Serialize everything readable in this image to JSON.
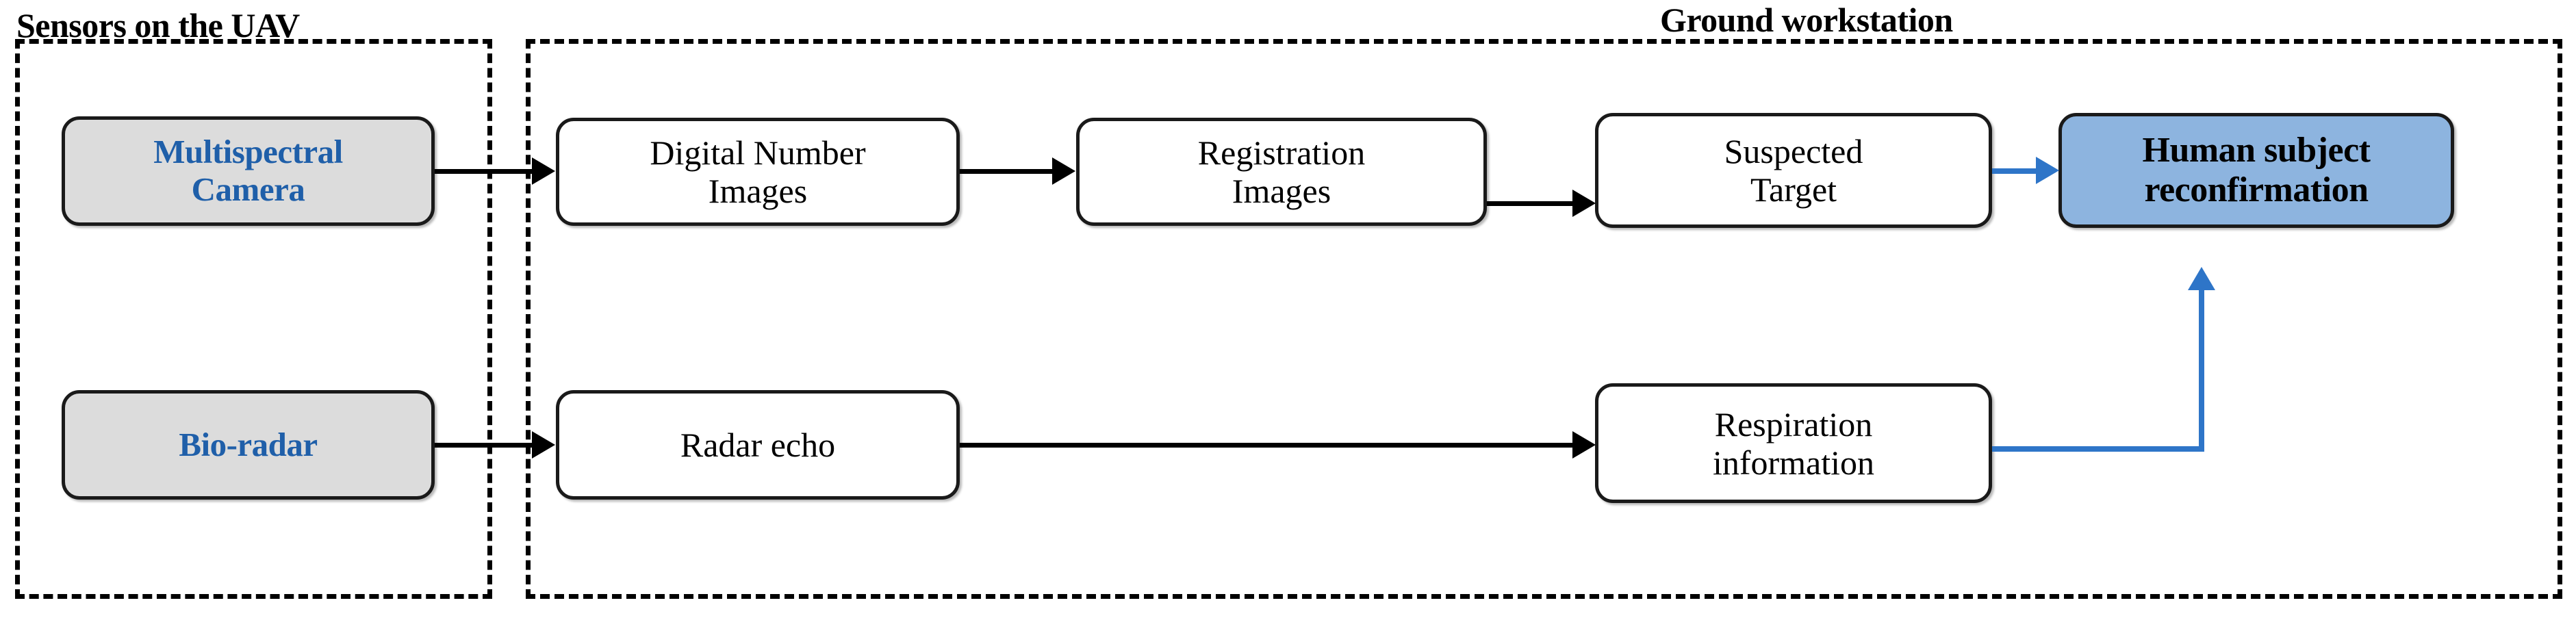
{
  "diagram": {
    "title_uav": "Sensors on the UAV",
    "title_ground": "Ground workstation",
    "colors": {
      "sensor_fill": "#dcdcdc",
      "sensor_text": "#1F5FA9",
      "final_fill": "#8DB4DF",
      "final_text": "#000000",
      "process_fill": "#FFFFFF",
      "stroke": "#1a1a1a",
      "blue_arrow": "#2E75C8",
      "black_arrow": "#000000",
      "frame_dash": "#000000"
    },
    "nodes": {
      "multispectral": {
        "line1": "Multispectral",
        "line2": "Camera"
      },
      "bioradar": {
        "line1": "Bio-radar"
      },
      "dn_images": {
        "line1": "Digital Number",
        "line2": "Images"
      },
      "registration": {
        "line1": "Registration",
        "line2": "Images"
      },
      "suspected": {
        "line1": "Suspected",
        "line2": "Target"
      },
      "human": {
        "line1": "Human subject",
        "line2": "reconfirmation"
      },
      "radar_echo": {
        "line1": "Radar echo"
      },
      "respiration": {
        "line1": "Respiration",
        "line2": "information"
      }
    },
    "edges": [
      {
        "name": "multispectral-to-dn-images",
        "from": "Multispectral Camera",
        "to": "Digital Number Images",
        "color": "#000000"
      },
      {
        "name": "dn-images-to-registration",
        "from": "Digital Number Images",
        "to": "Registration Images",
        "color": "#000000"
      },
      {
        "name": "registration-to-suspected",
        "from": "Registration Images",
        "to": "Suspected Target",
        "color": "#000000"
      },
      {
        "name": "suspected-to-human",
        "from": "Suspected Target",
        "to": "Human subject reconfirmation",
        "color": "#2E75C8"
      },
      {
        "name": "bioradar-to-radar-echo",
        "from": "Bio-radar",
        "to": "Radar echo",
        "color": "#000000"
      },
      {
        "name": "radar-echo-to-respiration",
        "from": "Radar echo",
        "to": "Respiration information",
        "color": "#000000"
      },
      {
        "name": "respiration-to-human",
        "from": "Respiration information",
        "to": "Human subject reconfirmation",
        "color": "#2E75C8"
      }
    ]
  }
}
